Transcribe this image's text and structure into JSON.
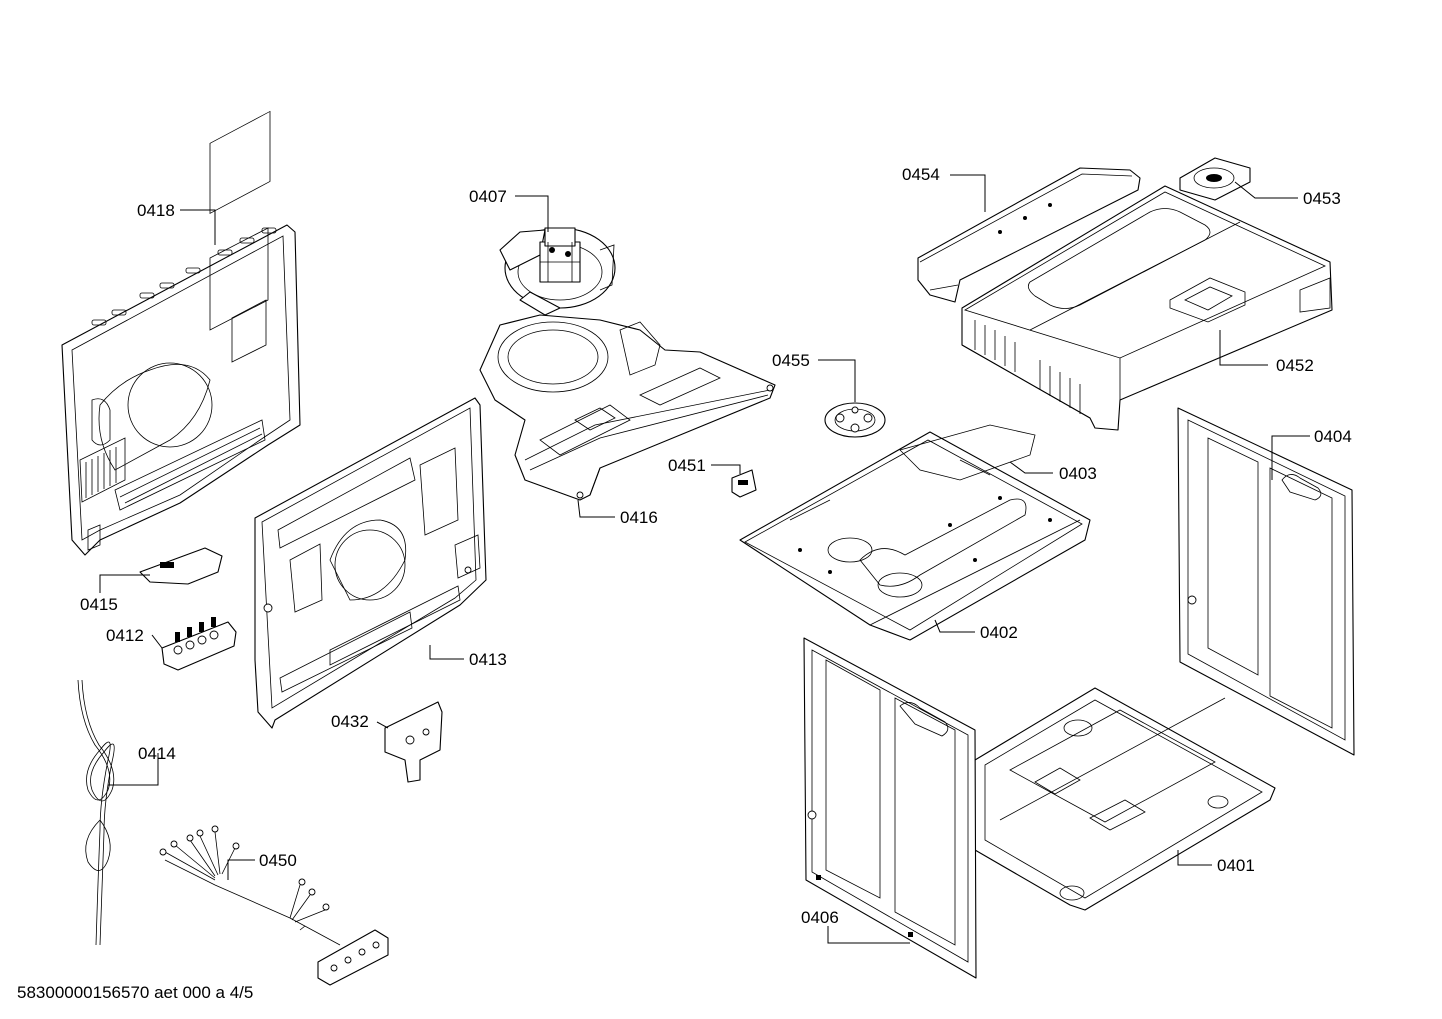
{
  "diagram": {
    "labels": {
      "p0418": "0418",
      "p0407": "0407",
      "p0454": "0454",
      "p0453": "0453",
      "p0455": "0455",
      "p0452": "0452",
      "p0404": "0404",
      "p0451": "0451",
      "p0403": "0403",
      "p0416": "0416",
      "p0415": "0415",
      "p0412": "0412",
      "p0402": "0402",
      "p0413": "0413",
      "p0432": "0432",
      "p0414": "0414",
      "p0450": "0450",
      "p0401": "0401",
      "p0406": "0406"
    },
    "footer": "58300000156570 aet 000 a 4/5"
  }
}
